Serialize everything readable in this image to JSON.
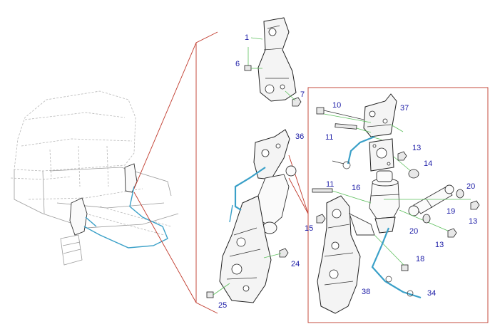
{
  "callouts": {
    "c1": "1",
    "c6": "6",
    "c7": "7",
    "c10": "10",
    "c37": "37",
    "c11a": "11",
    "c13a": "13",
    "c14": "14",
    "c36": "36",
    "c11b": "11",
    "c16": "16",
    "c20a": "20",
    "c19": "19",
    "c13b": "13",
    "c15": "15",
    "c20b": "20",
    "c13c": "13",
    "c18": "18",
    "c24": "24",
    "c38": "38",
    "c34": "34",
    "c25": "25"
  },
  "colors": {
    "callout_text": "#1a1aa6",
    "leader_lines": "#5cbf5c",
    "detail_frame": "#c0392b",
    "hydraulic_hose": "#3aa0c8"
  }
}
